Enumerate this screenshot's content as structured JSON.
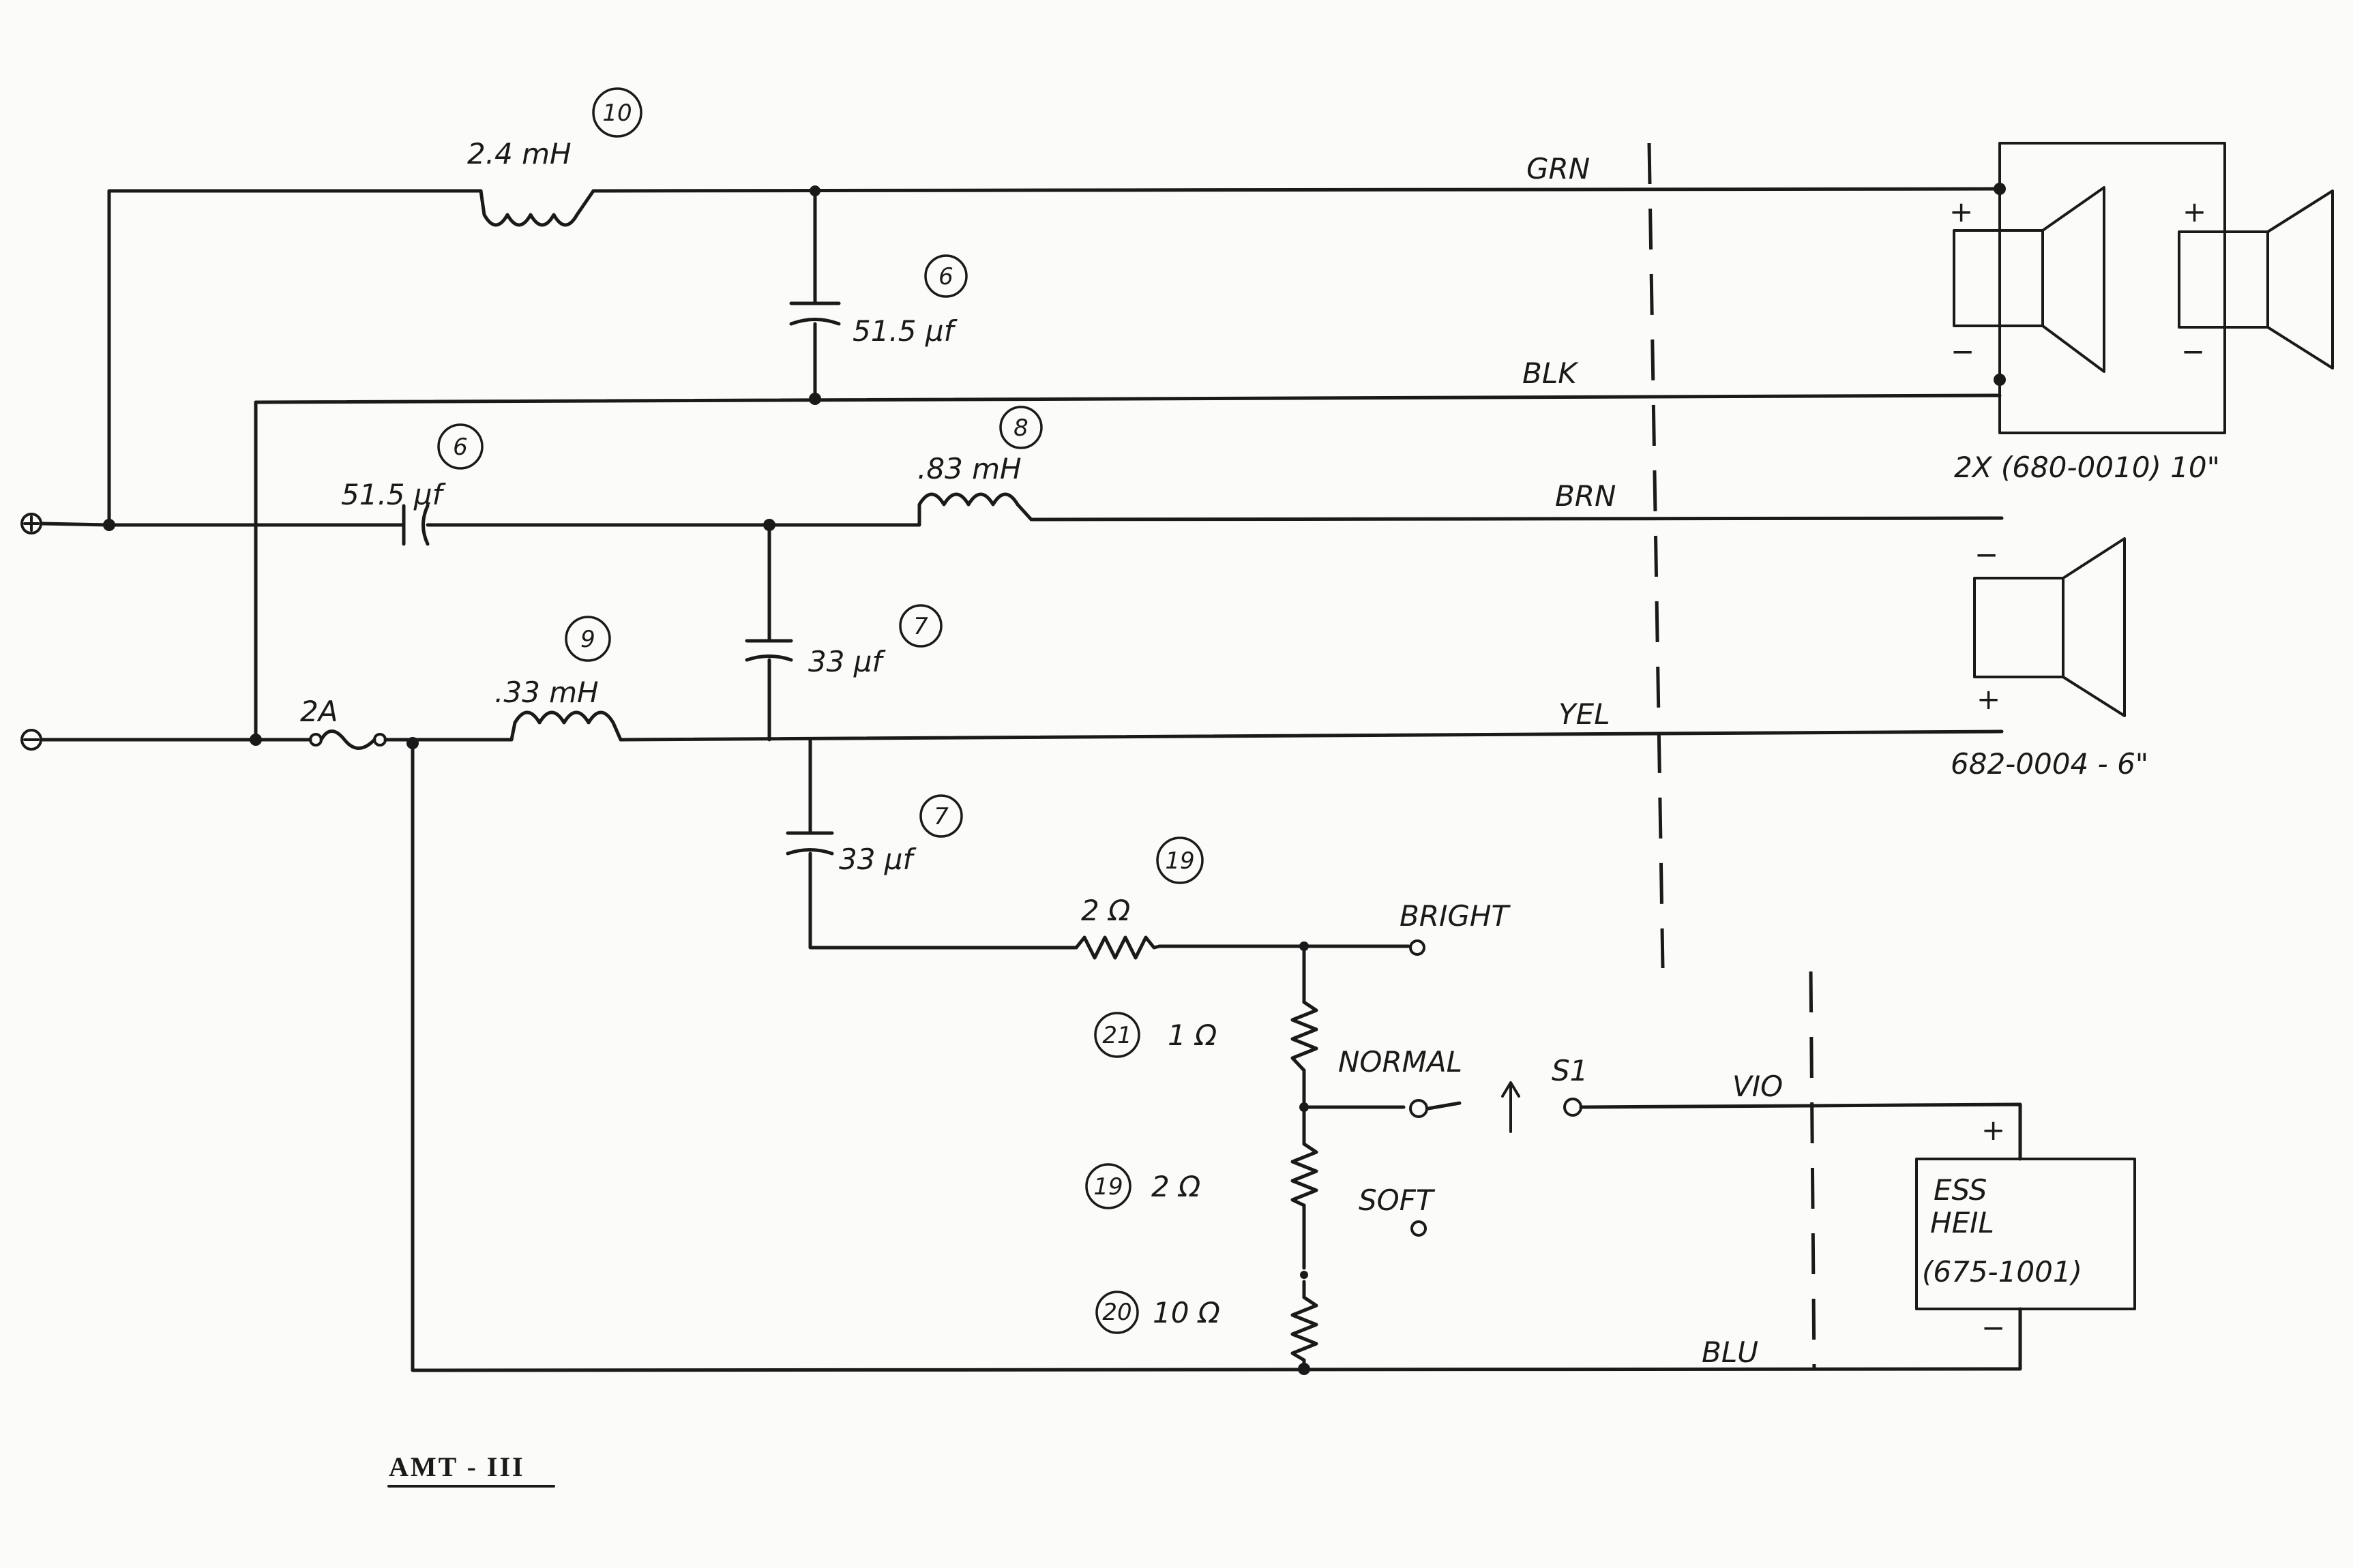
{
  "title": "AMT - III",
  "inputs": {
    "positive_symbol": "⊕",
    "negative_symbol": "⊖"
  },
  "wires": {
    "green": "GRN",
    "black": "BLK",
    "brown": "BRN",
    "yellow": "YEL",
    "violet": "VIO",
    "blue": "BLU"
  },
  "components": {
    "l_woofer": {
      "ref": "10",
      "value": "2.4 mH"
    },
    "c_woofer": {
      "ref": "6",
      "value": "51.5 μf"
    },
    "c_mid_series": {
      "ref": "6",
      "value": "51.5 μf"
    },
    "l_mid_series": {
      "ref": "8",
      "value": ".83 mH"
    },
    "c_mid_shunt": {
      "ref": "7",
      "value": "33 μf"
    },
    "l_tweeter": {
      "ref": "9",
      "value": ".33 mH"
    },
    "fuse": {
      "value": "2A"
    },
    "c_tweeter": {
      "ref": "7",
      "value": "33 μf"
    },
    "r_bright": {
      "ref": "19",
      "value": "2 Ω"
    },
    "r_normal": {
      "ref": "21",
      "value": "1 Ω"
    },
    "r_soft": {
      "ref": "19",
      "value": "2 Ω"
    },
    "r_bottom": {
      "ref": "20",
      "value": "10 Ω"
    }
  },
  "switch": {
    "name": "S1",
    "positions": [
      "BRIGHT",
      "NORMAL",
      "SOFT"
    ]
  },
  "drivers": {
    "woofers": {
      "label": "2X (680-0010) 10\"",
      "plus": "+",
      "minus": "−"
    },
    "midrange": {
      "label": "682-0004 - 6\"",
      "plus": "+",
      "minus": "−"
    },
    "tweeter": {
      "line1": "ESS",
      "line2": "HEIL",
      "line3": "(675-1001)",
      "plus": "+",
      "minus": "−"
    }
  }
}
